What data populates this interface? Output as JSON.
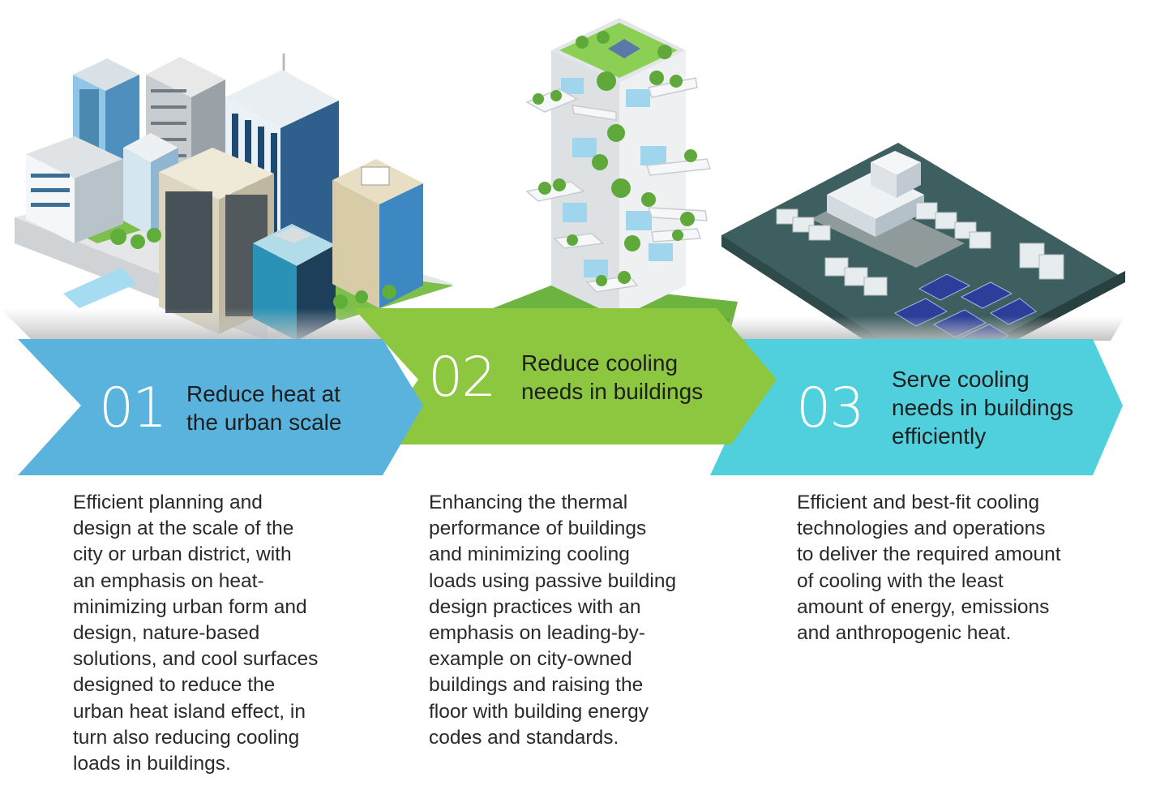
{
  "colors": {
    "step1": "#5ab3dc",
    "step2": "#8dc63f",
    "step3": "#4fd0dc"
  },
  "illustrations": [
    "city-skyline-illustration",
    "green-tower-illustration",
    "cooling-plant-illustration"
  ],
  "steps": [
    {
      "number": "01",
      "title_line1": "Reduce heat at",
      "title_line2": "the urban scale",
      "desc": [
        "Efficient planning and",
        "design at the scale of the",
        "city or urban district, with",
        "an emphasis on heat-",
        "minimizing urban form and",
        "design, nature-based",
        "solutions, and cool surfaces",
        "designed to reduce the",
        "urban heat island effect, in",
        "turn also reducing cooling",
        "loads in buildings."
      ]
    },
    {
      "number": "02",
      "title_line1": "Reduce cooling",
      "title_line2": "needs in buildings",
      "desc": [
        "Enhancing the thermal",
        "performance of buildings",
        "and minimizing cooling",
        "loads using passive building",
        "design practices with an",
        "emphasis on leading-by-",
        "example on city-owned",
        "buildings and raising the",
        "floor with building energy",
        "codes and standards."
      ]
    },
    {
      "number": "03",
      "title_line1": "Serve cooling",
      "title_line2": "needs in buildings",
      "title_line3": "efficiently",
      "desc": [
        "Efficient and best-fit cooling",
        "technologies and operations",
        "to deliver the required amount",
        "of cooling with the least",
        "amount of energy, emissions",
        "and anthropogenic heat."
      ]
    }
  ]
}
